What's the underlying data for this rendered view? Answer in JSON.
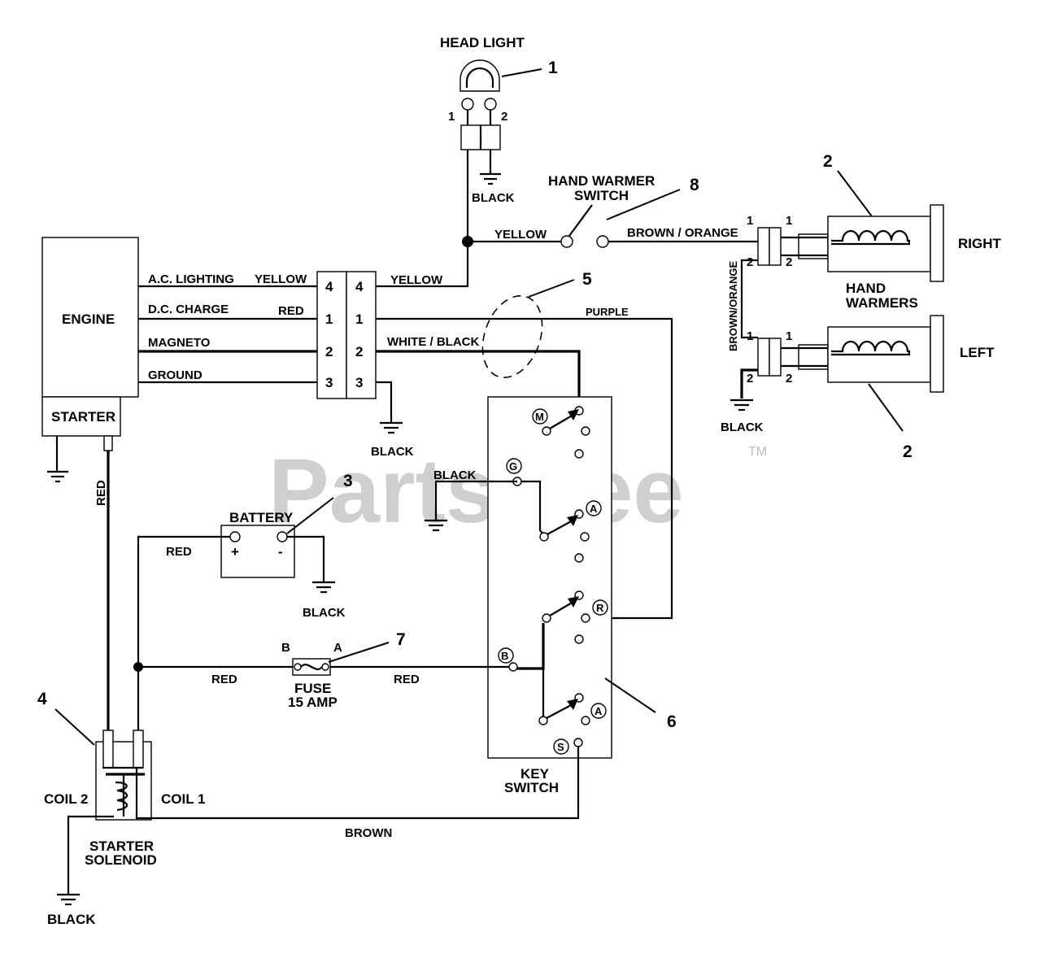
{
  "components": {
    "headlight": "HEAD LIGHT",
    "engine": "ENGINE",
    "starter": "STARTER",
    "battery": "BATTERY",
    "hand_warmer_switch_line1": "HAND WARMER",
    "hand_warmer_switch_line2": "SWITCH",
    "hand_warmers_line1": "HAND",
    "hand_warmers_line2": "WARMERS",
    "right": "RIGHT",
    "left": "LEFT",
    "fuse_line1": "FUSE",
    "fuse_line2": "15 AMP",
    "key_switch_line1": "KEY",
    "key_switch_line2": "SWITCH",
    "starter_solenoid_line1": "STARTER",
    "starter_solenoid_line2": "SOLENOID",
    "coil1": "COIL 1",
    "coil2": "COIL 2"
  },
  "engine_leads": {
    "ac_lighting": "A.C. LIGHTING",
    "dc_charge": "D.C. CHARGE",
    "magneto": "MAGNETO",
    "ground": "GROUND"
  },
  "wire_colors": {
    "yellow": "YELLOW",
    "red": "RED",
    "black": "BLACK",
    "white_black": "WHITE / BLACK",
    "purple": "PURPLE",
    "brown_orange": "BROWN / ORANGE",
    "brown_orange_vertical": "BROWN/ORANGE",
    "brown": "BROWN"
  },
  "connector_pins": {
    "left": [
      "4",
      "1",
      "2",
      "3"
    ],
    "right": [
      "4",
      "1",
      "2",
      "3"
    ],
    "pin1": "1",
    "pin2": "2"
  },
  "key_switch_terminals": {
    "m": "M",
    "g": "G",
    "a": "A",
    "r": "R",
    "b": "B",
    "s": "S"
  },
  "fuse_terminals": {
    "b": "B",
    "a": "A"
  },
  "battery_terminals": {
    "plus": "+",
    "minus": "-"
  },
  "callouts": {
    "headlight": "1",
    "hand_warmer_right": "2",
    "hand_warmer_left": "2",
    "battery": "3",
    "starter_solenoid": "4",
    "wire_bundle": "5",
    "key_switch": "6",
    "fuse": "7",
    "hand_warmer_switch": "8"
  },
  "watermark": {
    "text": "PartsTree",
    "trademark": "TM"
  }
}
